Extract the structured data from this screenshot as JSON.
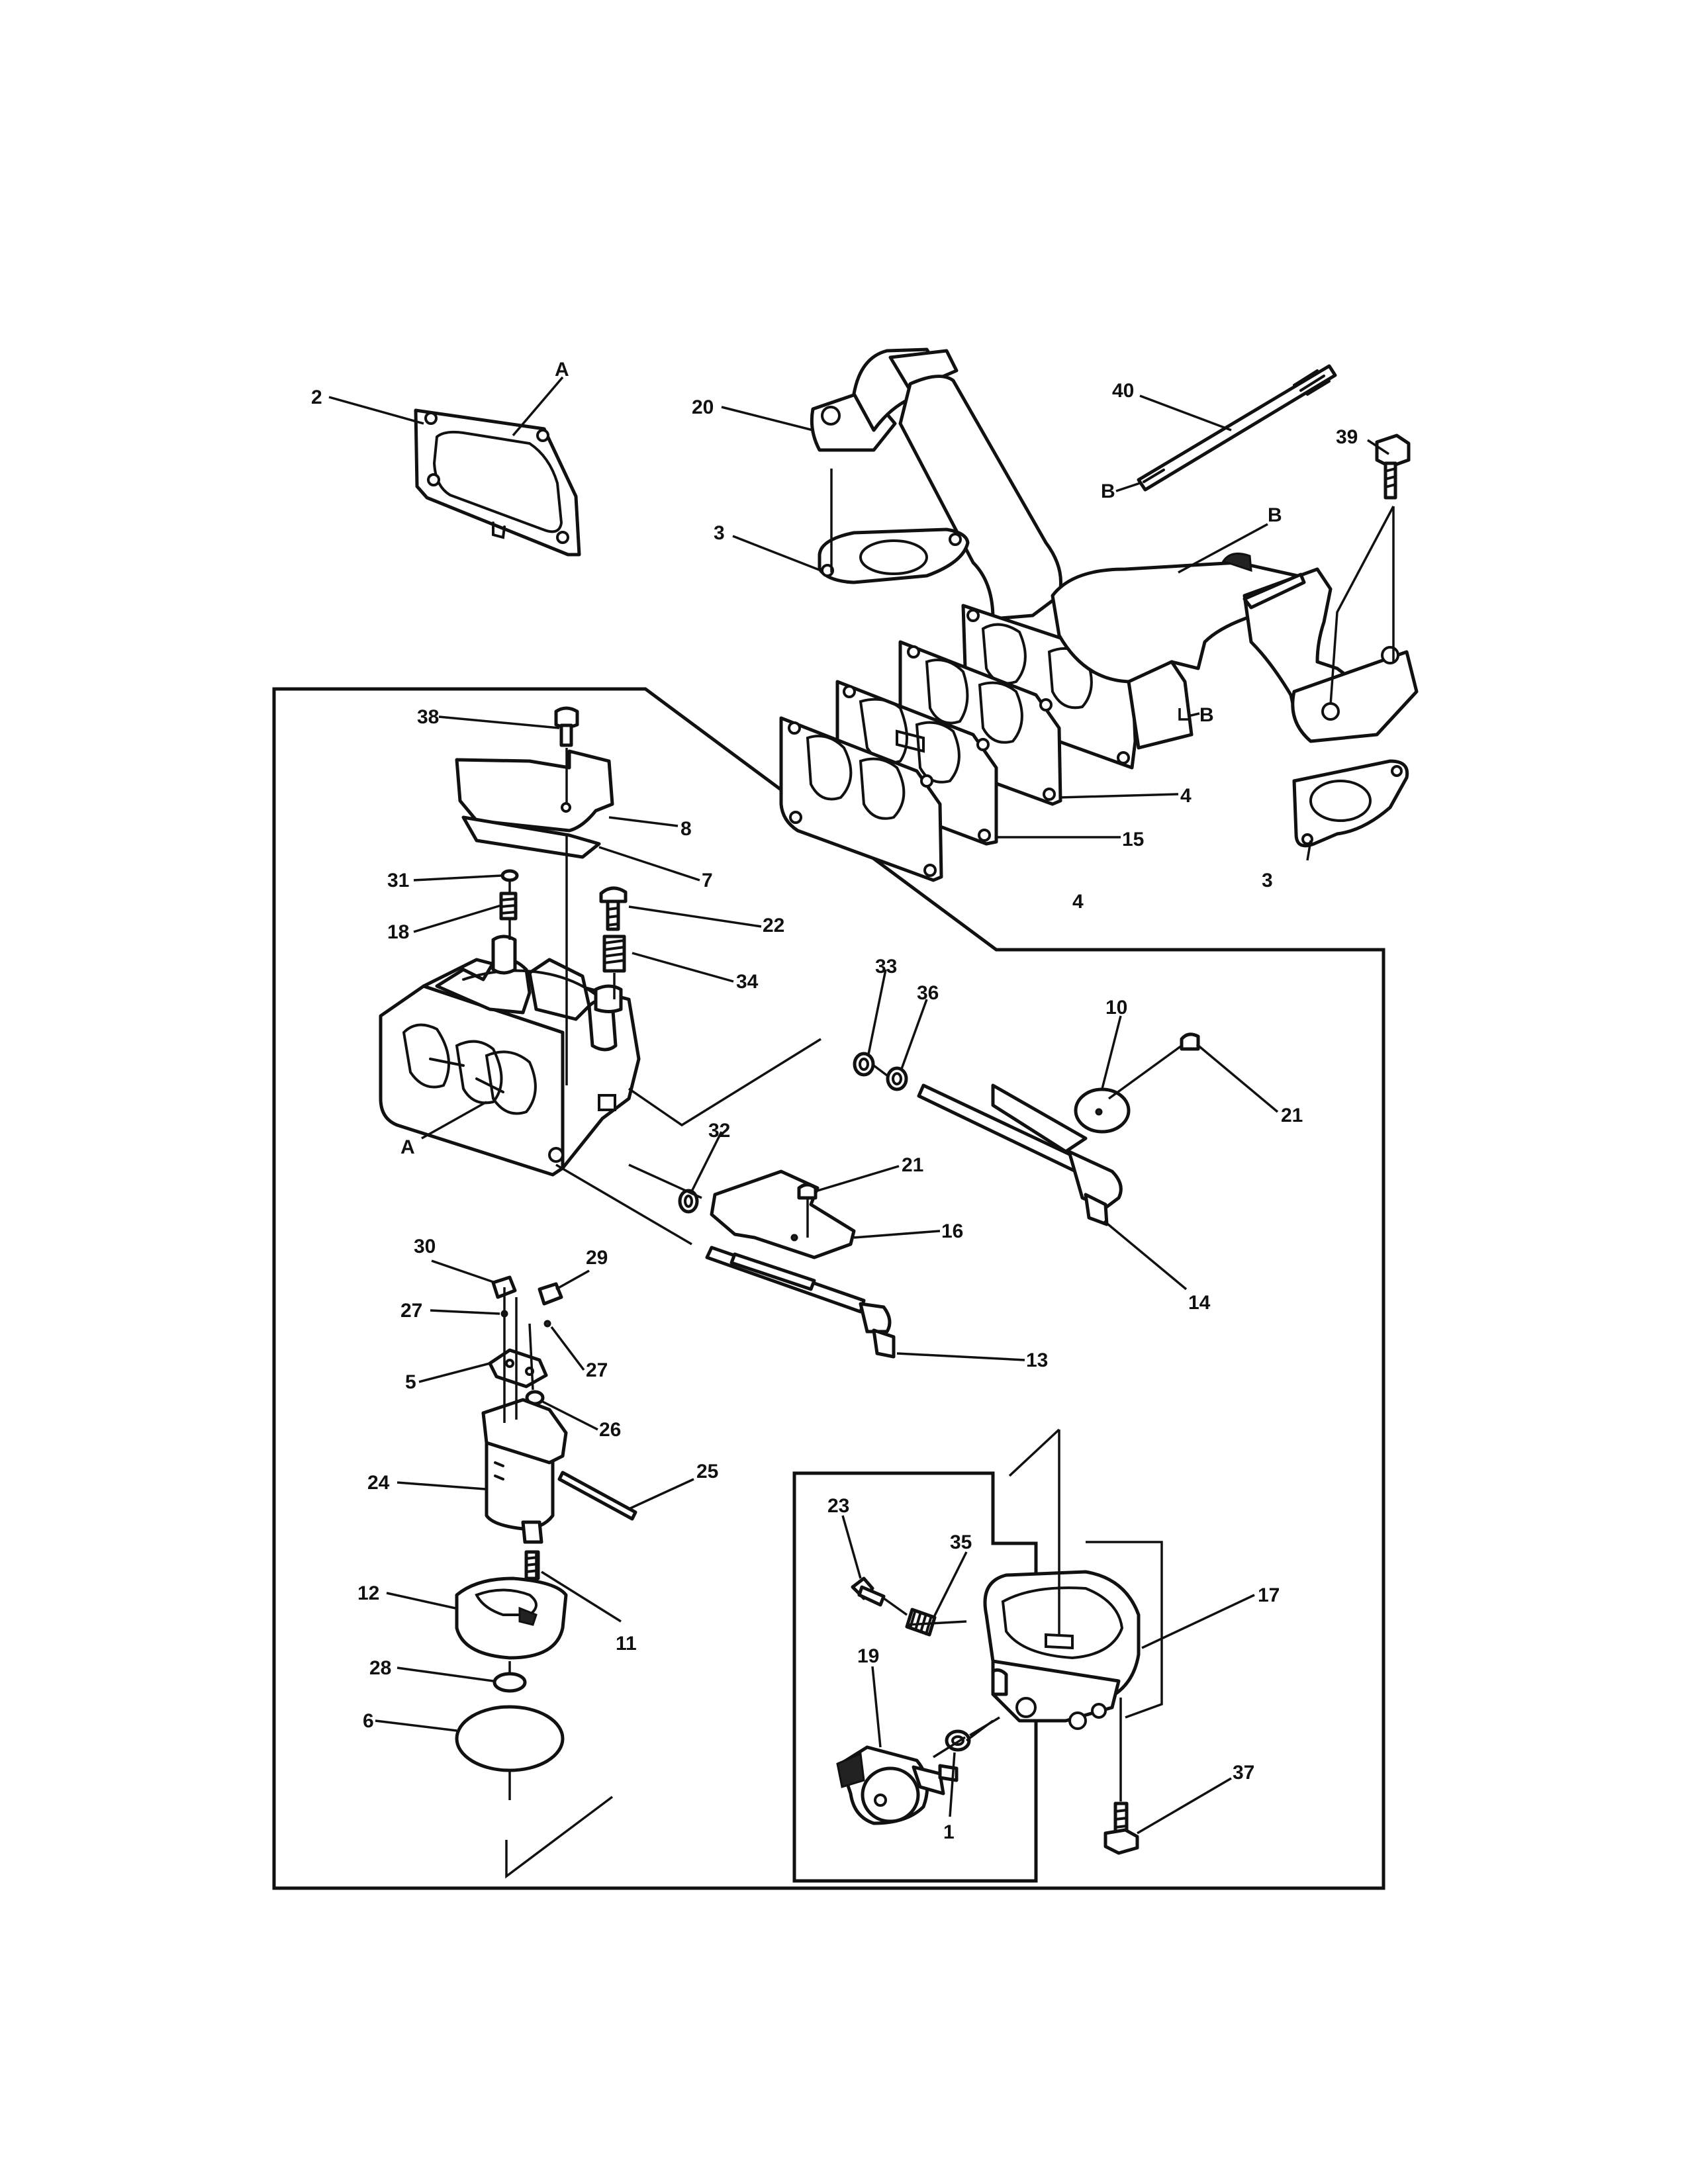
{
  "callouts": [
    {
      "id": "c2",
      "text": "2"
    },
    {
      "id": "cA1",
      "text": "A"
    },
    {
      "id": "c20",
      "text": "20"
    },
    {
      "id": "c40",
      "text": "40"
    },
    {
      "id": "c39",
      "text": "39"
    },
    {
      "id": "cB1",
      "text": "B"
    },
    {
      "id": "cB2",
      "text": "B"
    },
    {
      "id": "c3a",
      "text": "3"
    },
    {
      "id": "cB3",
      "text": "B"
    },
    {
      "id": "c38",
      "text": "38"
    },
    {
      "id": "c8",
      "text": "8"
    },
    {
      "id": "c4a",
      "text": "4"
    },
    {
      "id": "c15",
      "text": "15"
    },
    {
      "id": "c31",
      "text": "31"
    },
    {
      "id": "c7",
      "text": "7"
    },
    {
      "id": "c4b",
      "text": "4"
    },
    {
      "id": "c3b",
      "text": "3"
    },
    {
      "id": "c18",
      "text": "18"
    },
    {
      "id": "c22",
      "text": "22"
    },
    {
      "id": "c34",
      "text": "34"
    },
    {
      "id": "c33",
      "text": "33"
    },
    {
      "id": "c36",
      "text": "36"
    },
    {
      "id": "c10",
      "text": "10"
    },
    {
      "id": "c21a",
      "text": "21"
    },
    {
      "id": "cA2",
      "text": "A"
    },
    {
      "id": "c32",
      "text": "32"
    },
    {
      "id": "c21b",
      "text": "21"
    },
    {
      "id": "c16",
      "text": "16"
    },
    {
      "id": "c14",
      "text": "14"
    },
    {
      "id": "c30",
      "text": "30"
    },
    {
      "id": "c29",
      "text": "29"
    },
    {
      "id": "c27a",
      "text": "27"
    },
    {
      "id": "c27b",
      "text": "27"
    },
    {
      "id": "c13",
      "text": "13"
    },
    {
      "id": "c5",
      "text": "5"
    },
    {
      "id": "c26",
      "text": "26"
    },
    {
      "id": "c25",
      "text": "25"
    },
    {
      "id": "c24",
      "text": "24"
    },
    {
      "id": "c23",
      "text": "23"
    },
    {
      "id": "c35",
      "text": "35"
    },
    {
      "id": "c17",
      "text": "17"
    },
    {
      "id": "c12",
      "text": "12"
    },
    {
      "id": "c11",
      "text": "11"
    },
    {
      "id": "c19",
      "text": "19"
    },
    {
      "id": "c28",
      "text": "28"
    },
    {
      "id": "c6",
      "text": "6"
    },
    {
      "id": "c37",
      "text": "37"
    },
    {
      "id": "c1",
      "text": "1"
    }
  ]
}
